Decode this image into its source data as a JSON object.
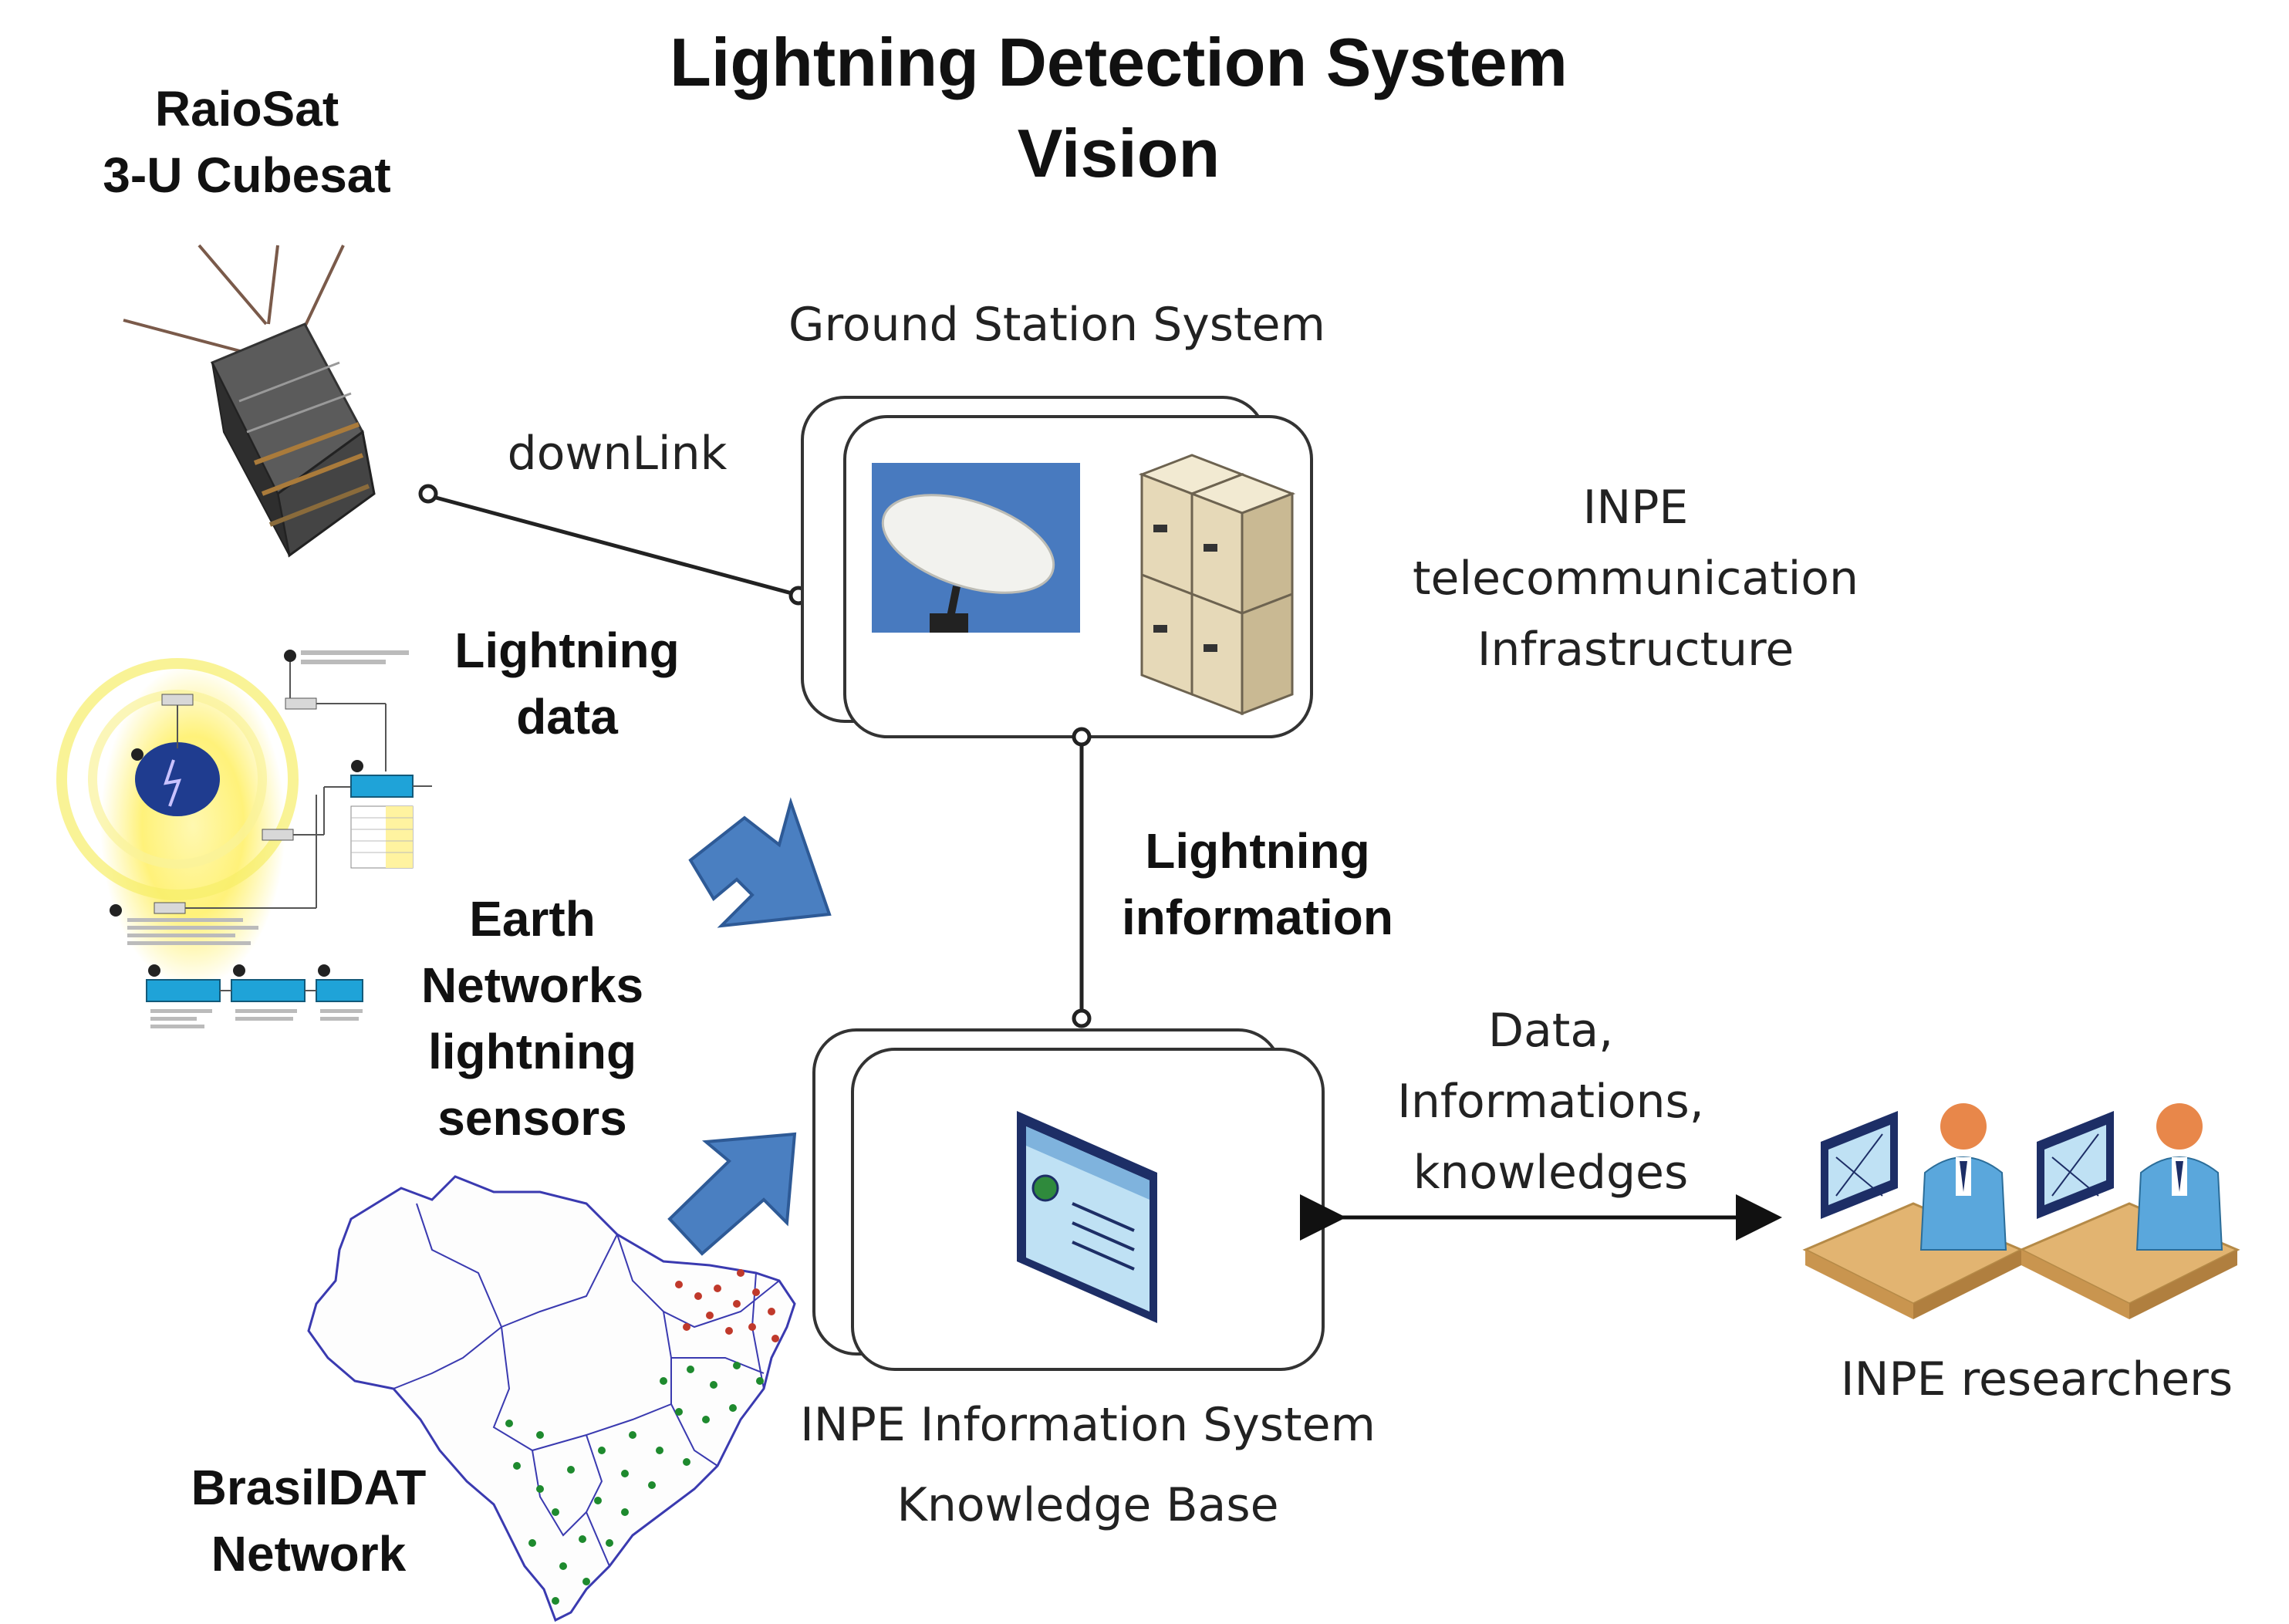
{
  "title": {
    "line1": "Lightning Detection System",
    "line2": "Vision"
  },
  "satellite": {
    "line1": "RaioSat",
    "line2": "3-U Cubesat"
  },
  "ground_station": {
    "title": "Ground Station System"
  },
  "links": {
    "downlink": "downLink",
    "lightning_data_line1": "Lightning",
    "lightning_data_line2": "data",
    "lightning_info_line1": "Lightning",
    "lightning_info_line2": "information",
    "data_line1": "Data,",
    "data_line2": "Informations,",
    "data_line3": "knowledges"
  },
  "telecom": {
    "line1": "INPE",
    "line2": "telecommunication",
    "line3": "Infrastructure"
  },
  "earth_networks": {
    "line1": "Earth",
    "line2": "Networks",
    "line3": "lightning",
    "line4": "sensors"
  },
  "info_system": {
    "line1": "INPE Information System",
    "line2": "Knowledge Base"
  },
  "researchers": {
    "label": "INPE researchers"
  },
  "brasildat": {
    "line1": "BrasilDAT",
    "line2": "Network"
  },
  "colors": {
    "arrow_blue": "#4a7fc1",
    "dish_bg": "#3d6fb5",
    "server_beige": "#e6d9b8",
    "map_line": "#3a3ab0",
    "dot_red": "#c0392b",
    "dot_green": "#1e8a2e",
    "person_orange": "#e8874a",
    "desk_tan": "#e2b471"
  }
}
